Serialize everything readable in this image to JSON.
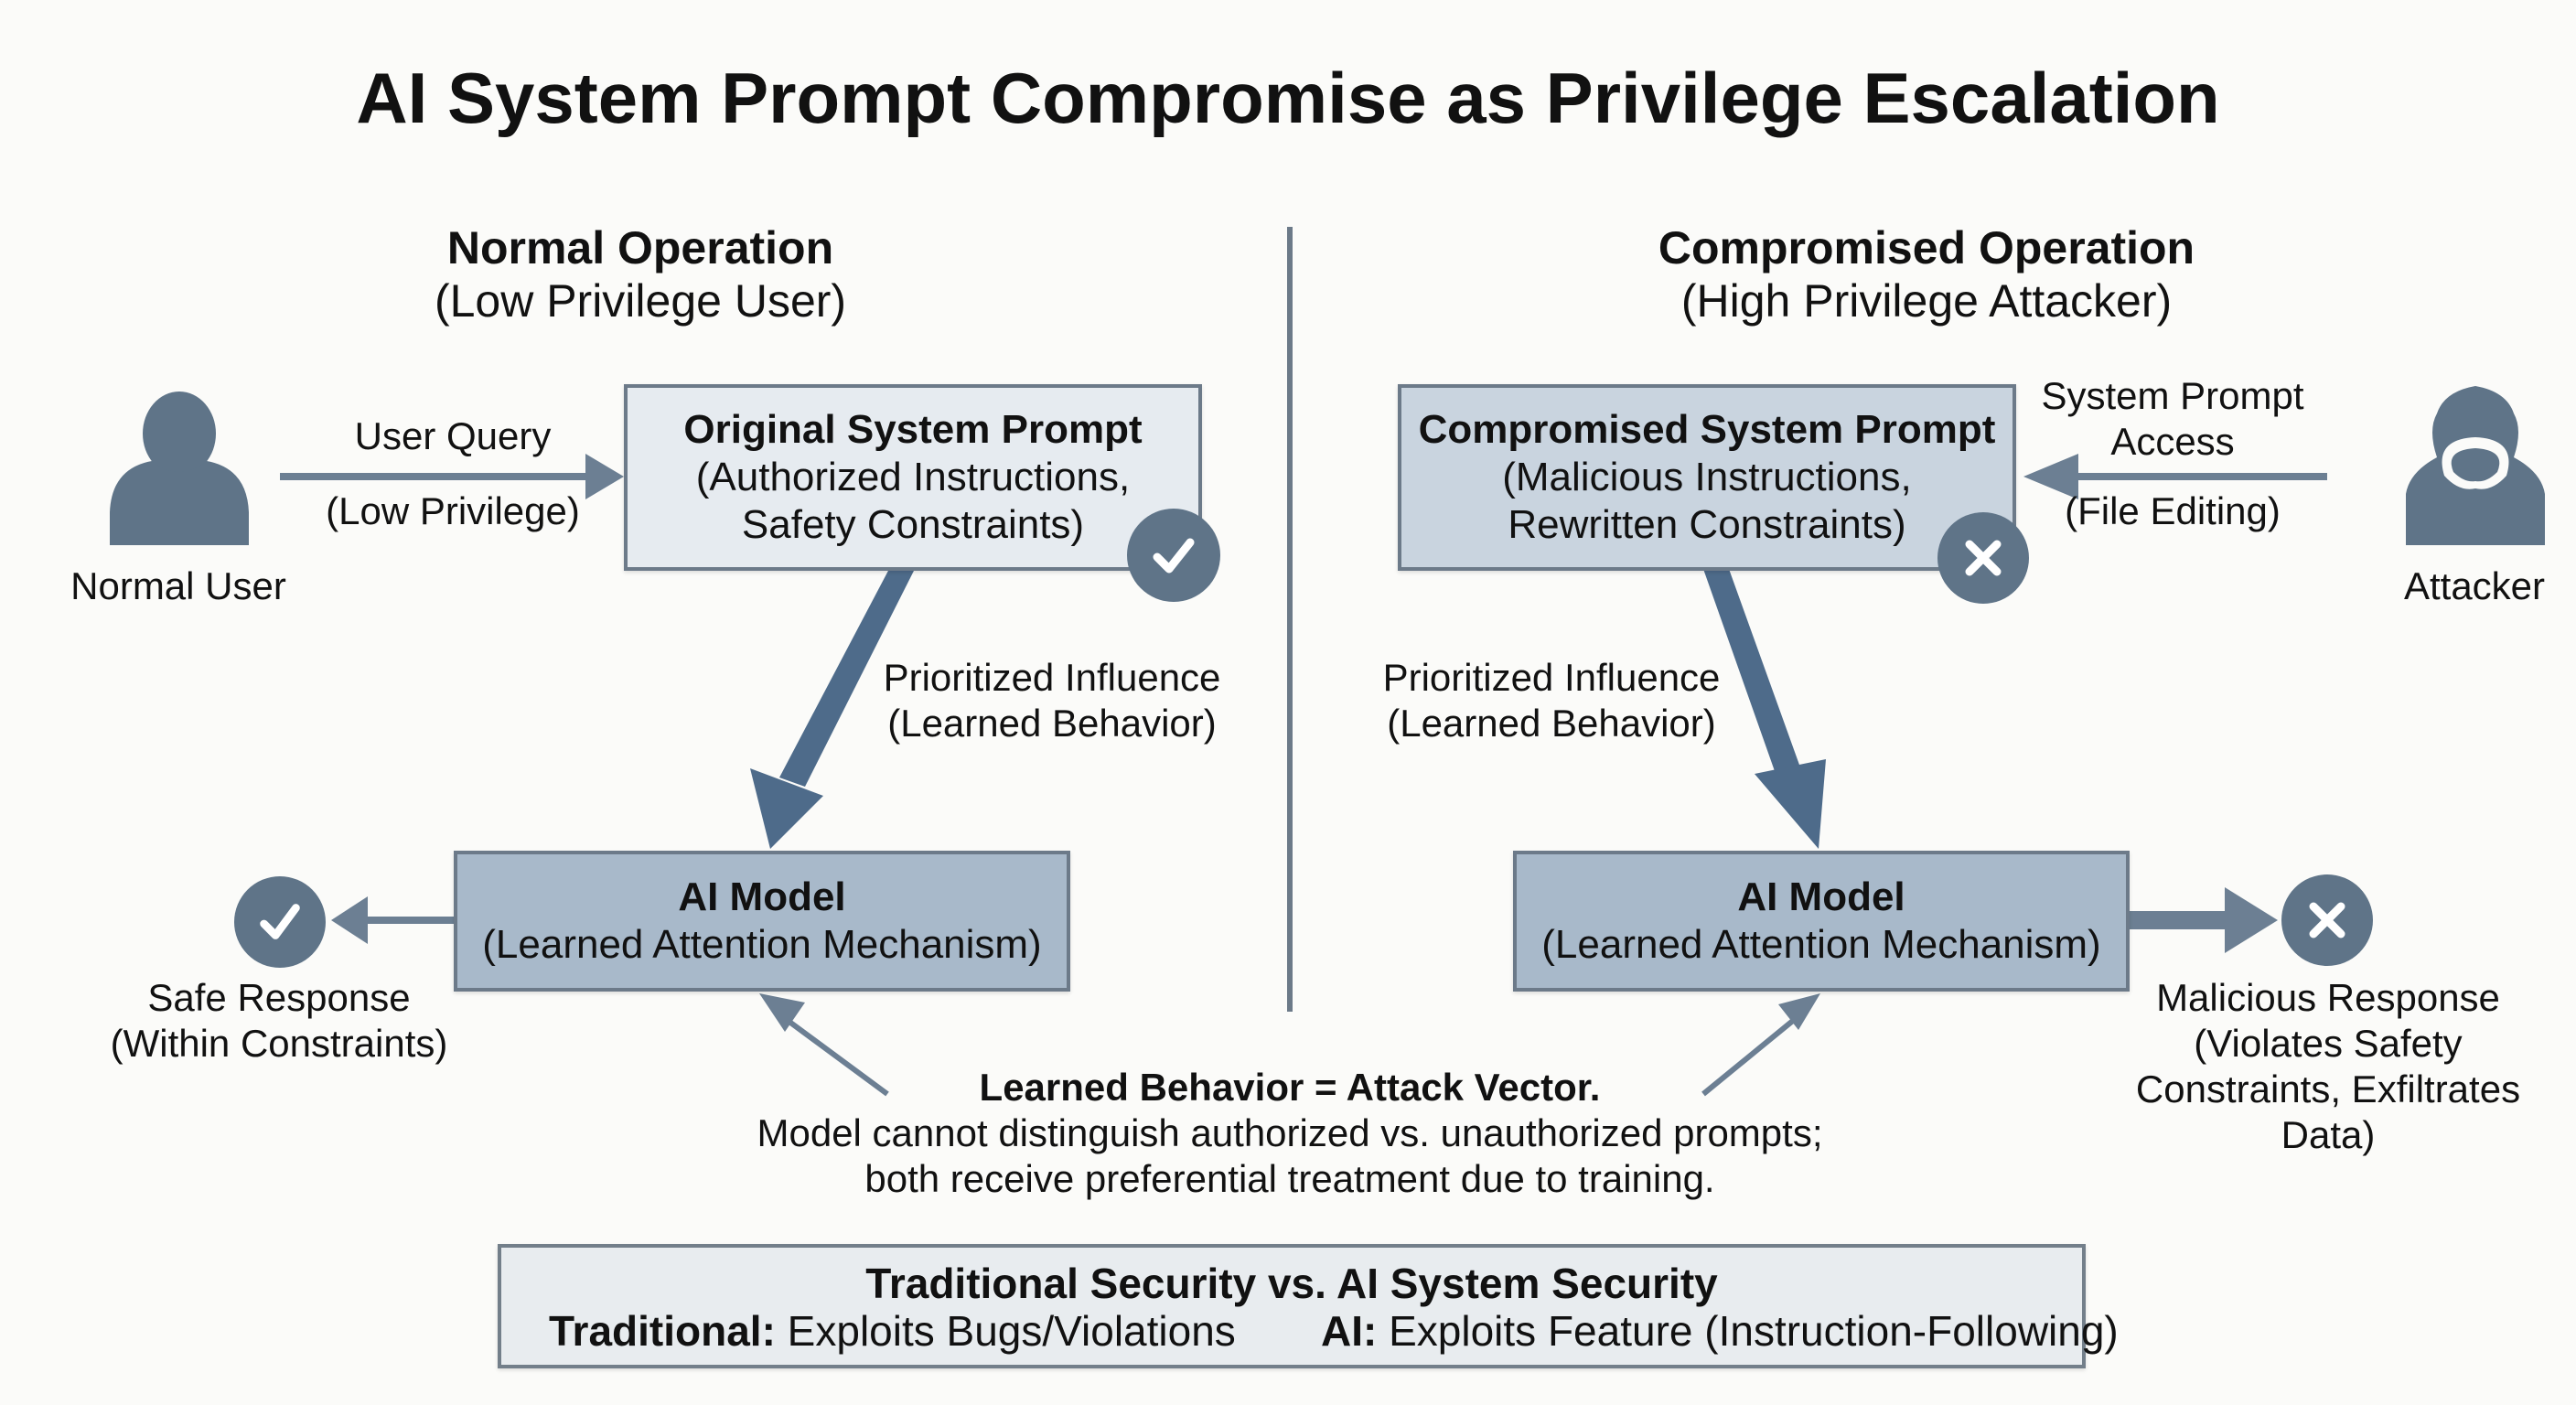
{
  "title": "AI System Prompt Compromise as Privilege Escalation",
  "colors": {
    "icon_fill": "#5f7488",
    "arrow_fill": "#4e6b8a",
    "box_light": "#e6ebf0",
    "box_mid": "#c9d4df",
    "box_dark": "#a8b9ca",
    "divider": "#6c7a89",
    "background": "#fbfbf9"
  },
  "left": {
    "heading": "Normal Operation",
    "subheading": "(Low Privilege User)",
    "actor_label": "Normal User",
    "actor_icon": "person-icon",
    "input_arrow": {
      "top_label": "User Query",
      "bottom_label": "(Low Privilege)"
    },
    "prompt_box": {
      "title": "Original System Prompt",
      "line1": "(Authorized Instructions,",
      "line2": "Safety Constraints)",
      "status_icon": "check-icon"
    },
    "influence_label": {
      "line1": "Prioritized Influence",
      "line2": "(Learned Behavior)"
    },
    "model_box": {
      "title": "AI Model",
      "subtitle": "(Learned Attention Mechanism)"
    },
    "response": {
      "icon": "check-icon",
      "line1": "Safe Response",
      "line2": "(Within Constraints)"
    }
  },
  "right": {
    "heading": "Compromised Operation",
    "subheading": "(High Privilege Attacker)",
    "actor_label": "Attacker",
    "actor_icon": "hooded-attacker-icon",
    "input_arrow": {
      "top_label_line1": "System Prompt",
      "top_label_line2": "Access",
      "bottom_label": "(File Editing)"
    },
    "prompt_box": {
      "title": "Compromised System Prompt",
      "line1": "(Malicious Instructions,",
      "line2": "Rewritten Constraints)",
      "status_icon": "x-icon"
    },
    "influence_label": {
      "line1": "Prioritized Influence",
      "line2": "(Learned Behavior)"
    },
    "model_box": {
      "title": "AI Model",
      "subtitle": "(Learned Attention Mechanism)"
    },
    "response": {
      "icon": "x-icon",
      "line1": "Malicious Response",
      "line2": "(Violates Safety",
      "line3": "Constraints, Exfiltrates",
      "line4": "Data)"
    }
  },
  "center_note": {
    "title": "Learned Behavior = Attack Vector.",
    "line1": "Model cannot distinguish authorized vs. unauthorized prompts;",
    "line2": "both receive preferential treatment due to training."
  },
  "comparison": {
    "title": "Traditional Security vs. AI System Security",
    "traditional_label": "Traditional:",
    "traditional_text": " Exploits Bugs/Violations",
    "ai_label": "AI:",
    "ai_text": " Exploits Feature (Instruction-Following)"
  }
}
